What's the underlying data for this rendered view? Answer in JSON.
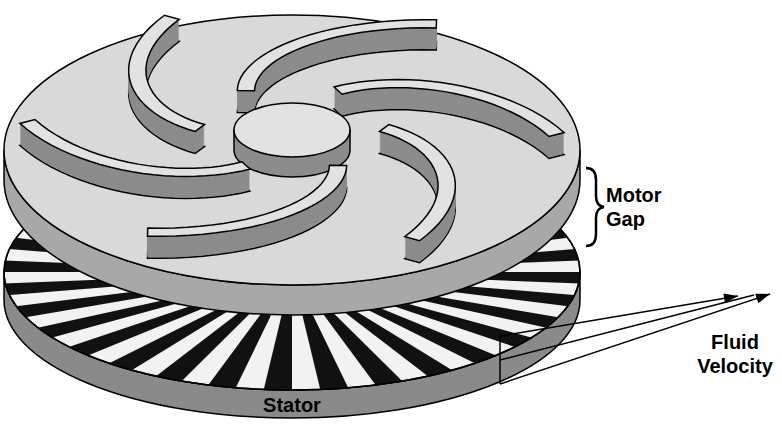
{
  "diagram": {
    "labels": [
      "Motor Gap",
      "Fluid Velocity",
      "Stator"
    ]
  }
}
